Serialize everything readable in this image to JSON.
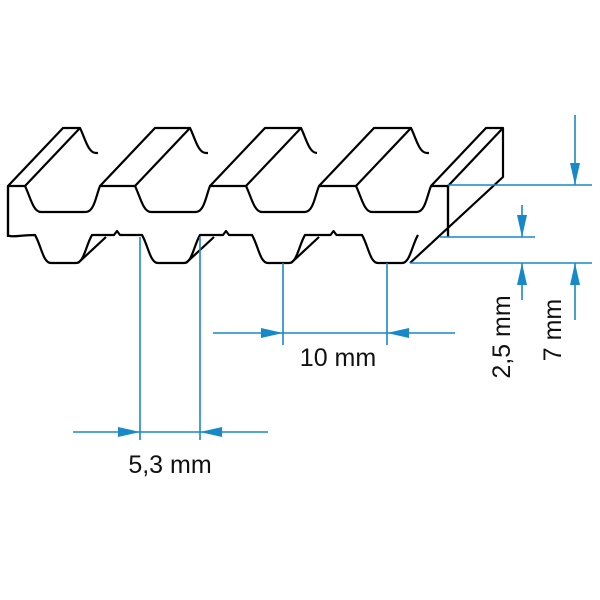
{
  "colors": {
    "dimension": "#1789c9",
    "outline": "#000000"
  },
  "dimensions": {
    "tooth_width": "5,3 mm",
    "pitch": "10 mm",
    "tooth_height": "2,5 mm",
    "total_thickness": "7 mm"
  }
}
